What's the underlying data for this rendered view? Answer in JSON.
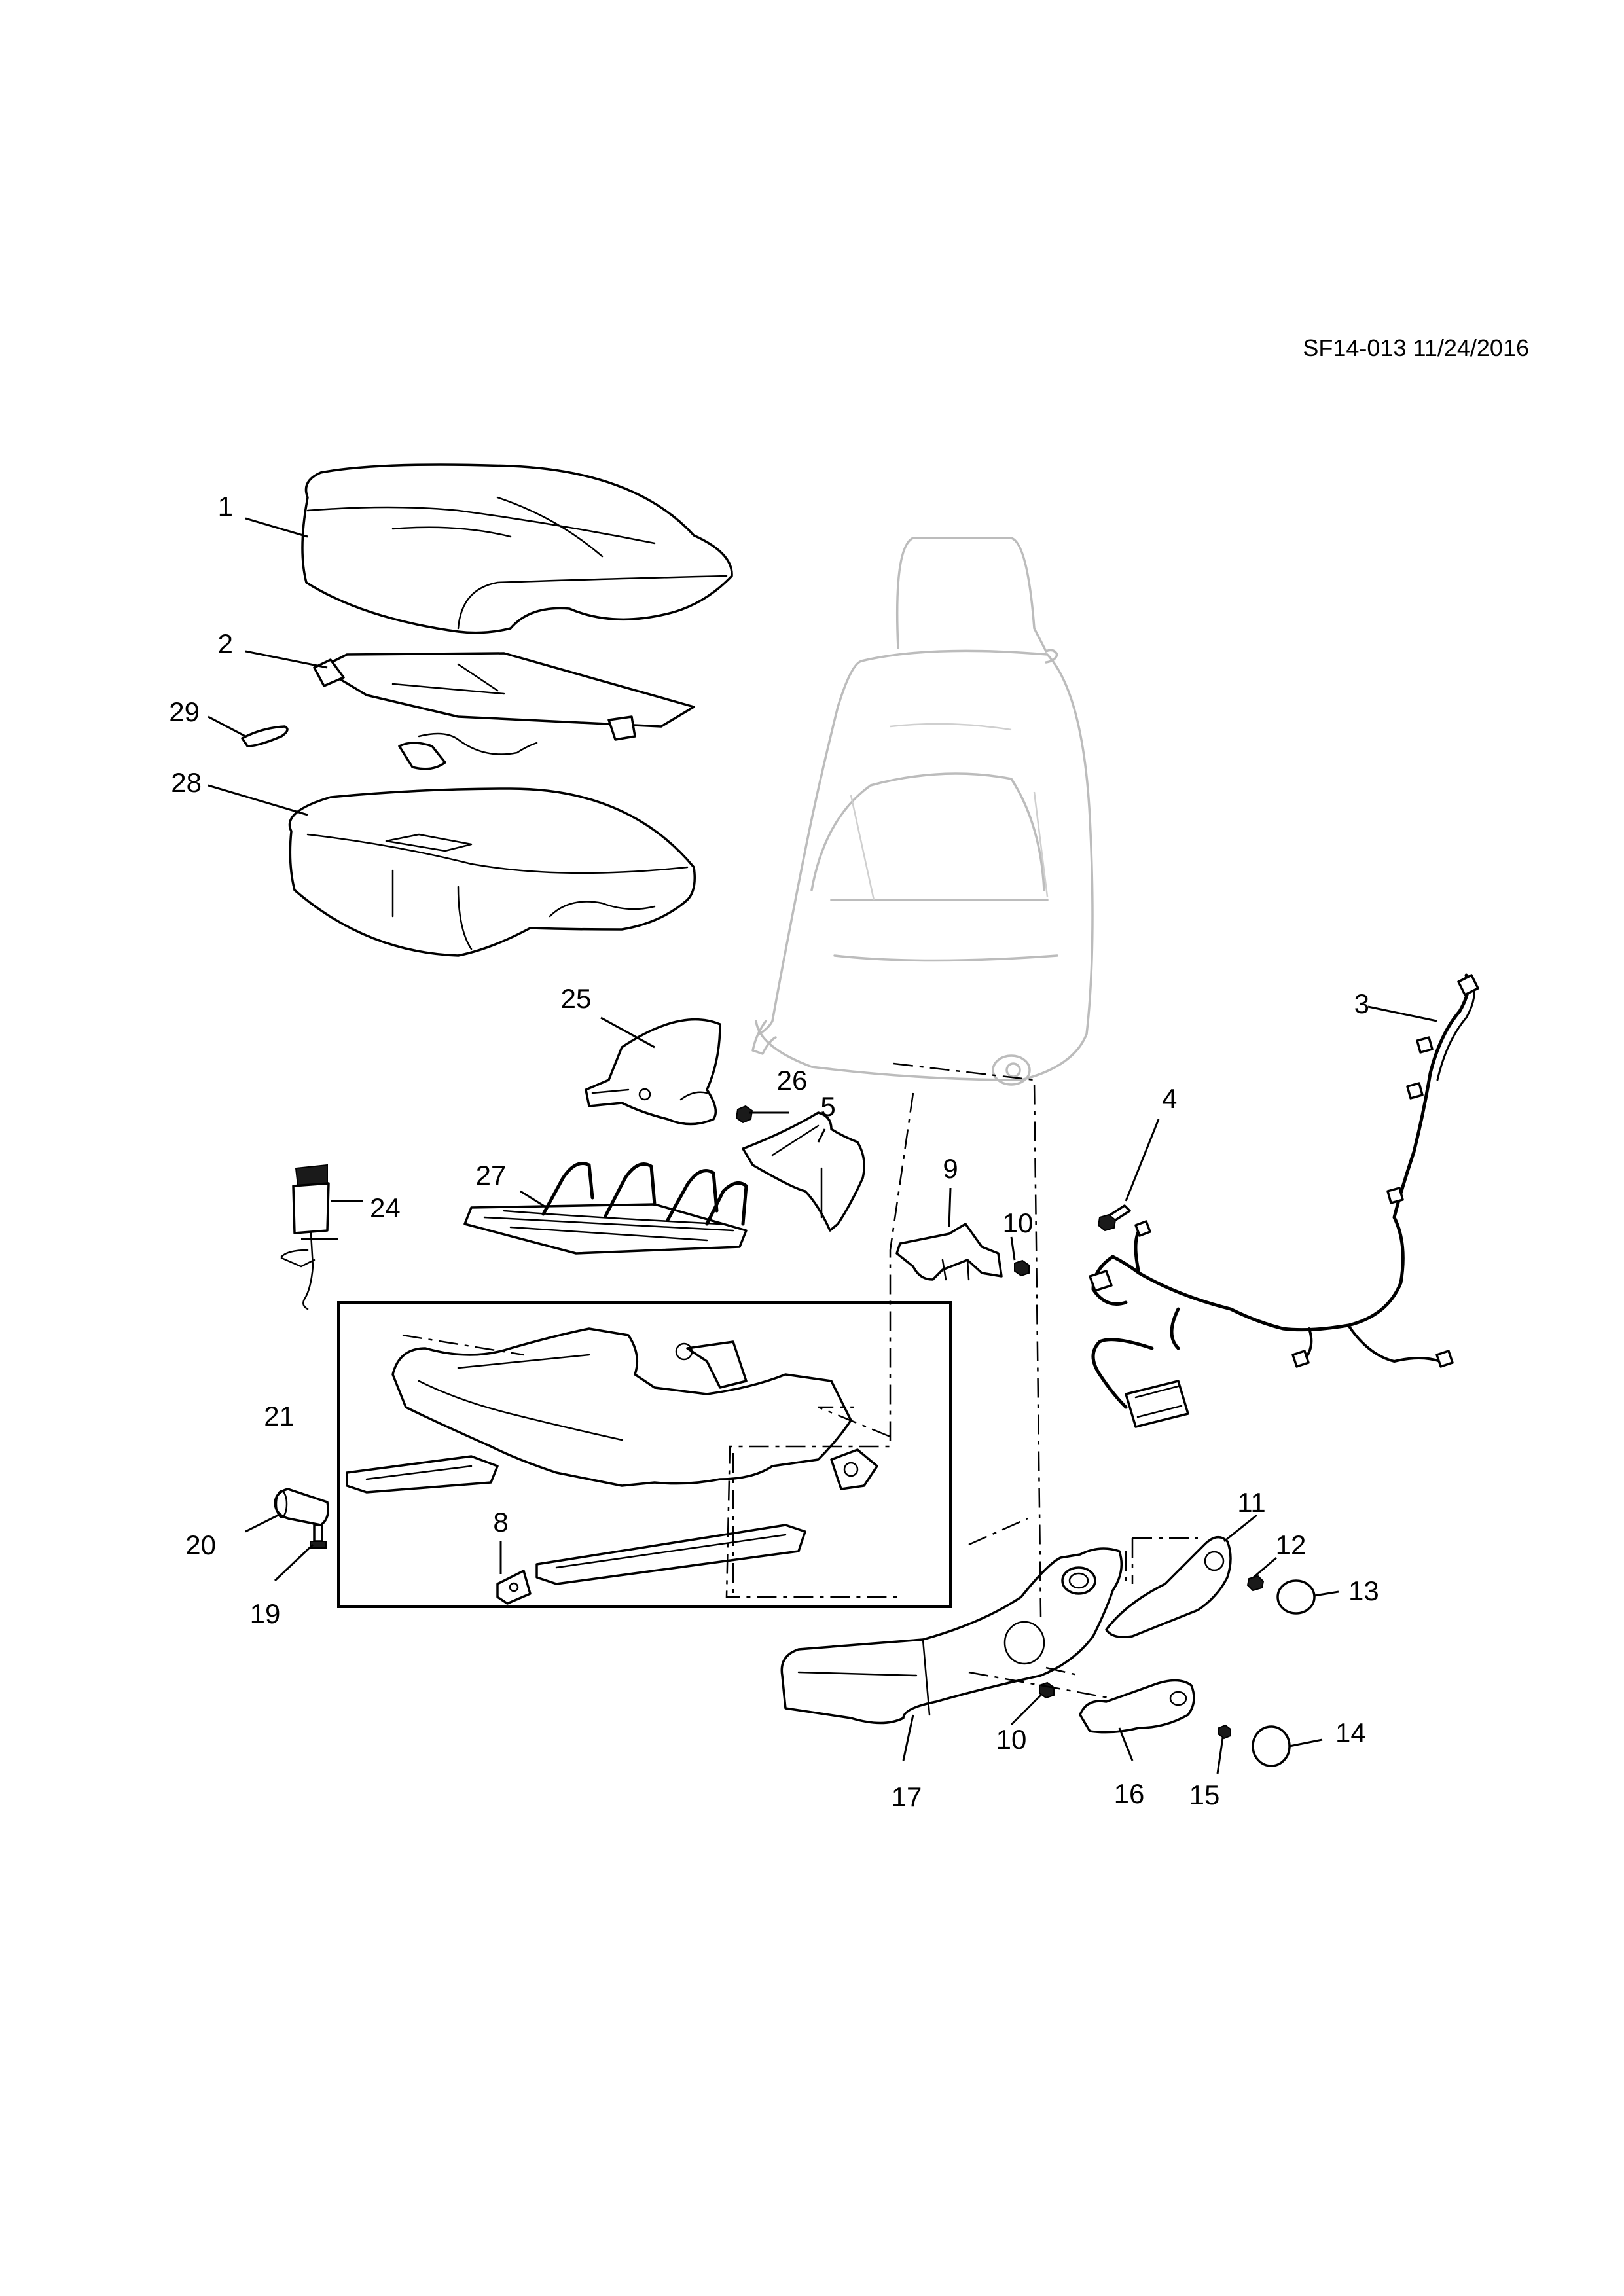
{
  "diagram_code": "SF14-013 11/24/2016",
  "callouts": [
    "1",
    "2",
    "3",
    "4",
    "5",
    "8",
    "9",
    "10",
    "10",
    "11",
    "12",
    "13",
    "14",
    "15",
    "16",
    "17",
    "19",
    "20",
    "21",
    "24",
    "25",
    "26",
    "27",
    "28",
    "29"
  ]
}
